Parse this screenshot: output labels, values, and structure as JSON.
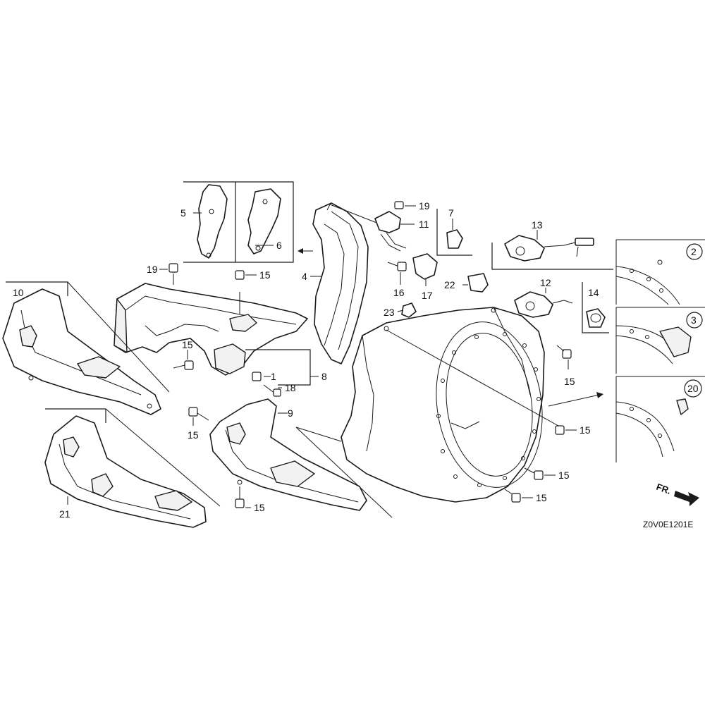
{
  "diagram": {
    "callouts": [
      "1",
      "4",
      "5",
      "6",
      "7",
      "8",
      "9",
      "10",
      "11",
      "12",
      "13",
      "14",
      "15",
      "16",
      "17",
      "18",
      "19",
      "21",
      "22",
      "23"
    ],
    "callout_positions_labels": {
      "c5": "5",
      "c6": "6",
      "c4": "4",
      "c19a": "19",
      "c19b": "19",
      "c11": "11",
      "c7": "7",
      "c13": "13",
      "c15a": "15",
      "c10": "10",
      "c16": "16",
      "c17": "17",
      "c22": "22",
      "c12": "12",
      "c14": "14",
      "c23": "23",
      "c15b": "15",
      "c1": "1",
      "c8": "8",
      "c18": "18",
      "c15c": "15",
      "c9": "9",
      "c15d": "15",
      "c15e": "15",
      "c15f": "15",
      "c15g": "15",
      "c15h": "15",
      "c21": "21"
    },
    "detail_circles": [
      "2",
      "3",
      "20"
    ],
    "front_indicator": "FR.",
    "drawing_code": "Z0V0E1201E"
  }
}
